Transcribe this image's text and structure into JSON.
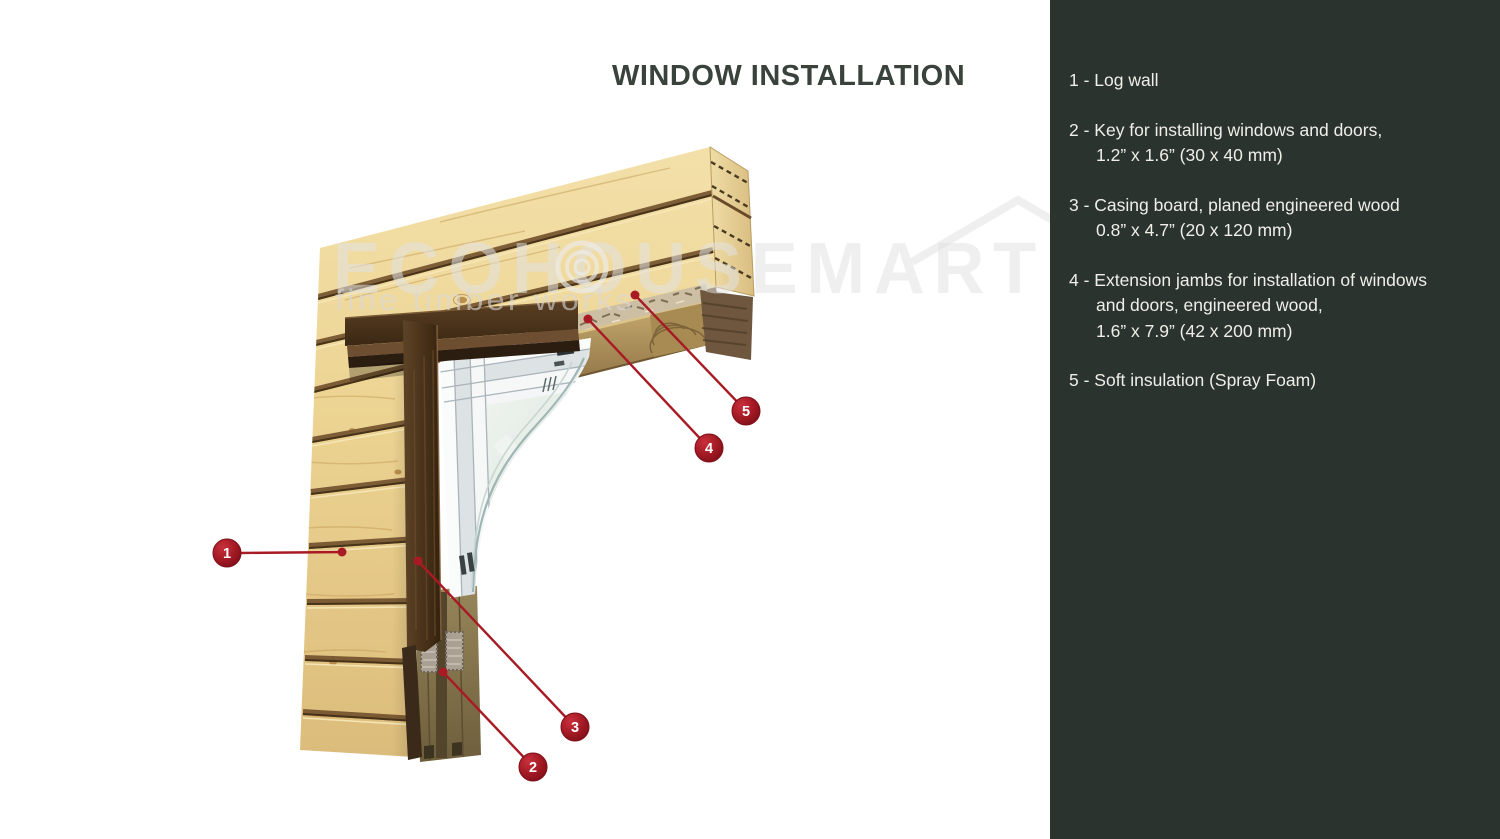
{
  "title": "WINDOW INSTALLATION",
  "watermark": {
    "brand": "ECOHOUSEMART",
    "tagline": "fine timber works"
  },
  "legend": {
    "items": [
      {
        "num": "1",
        "lines": [
          "1 - Log wall"
        ]
      },
      {
        "num": "2",
        "lines": [
          "2 - Key for installing windows and doors,",
          "1.2” x 1.6” (30 x 40 mm)"
        ]
      },
      {
        "num": "3",
        "lines": [
          "3 - Casing board, planed engineered wood",
          "0.8” x 4.7” (20 x 120 mm)"
        ]
      },
      {
        "num": "4",
        "lines": [
          "4 - Extension jambs for installation of windows",
          "and doors, engineered wood,",
          "1.6” x 7.9” (42 x 200 mm)"
        ]
      },
      {
        "num": "5",
        "lines": [
          "5 - Soft insulation (Spray Foam)"
        ]
      }
    ]
  },
  "figure": {
    "markers": [
      {
        "num": "1",
        "label": "Log wall"
      },
      {
        "num": "2",
        "label": "Key for installing windows and doors"
      },
      {
        "num": "3",
        "label": "Casing board"
      },
      {
        "num": "4",
        "label": "Extension jambs"
      },
      {
        "num": "5",
        "label": "Soft insulation"
      }
    ]
  },
  "colors": {
    "sidebar_bg": "#2b332e",
    "accent_red": "#a31a24",
    "title_text": "#3a423c",
    "legend_text": "#efeee8"
  }
}
